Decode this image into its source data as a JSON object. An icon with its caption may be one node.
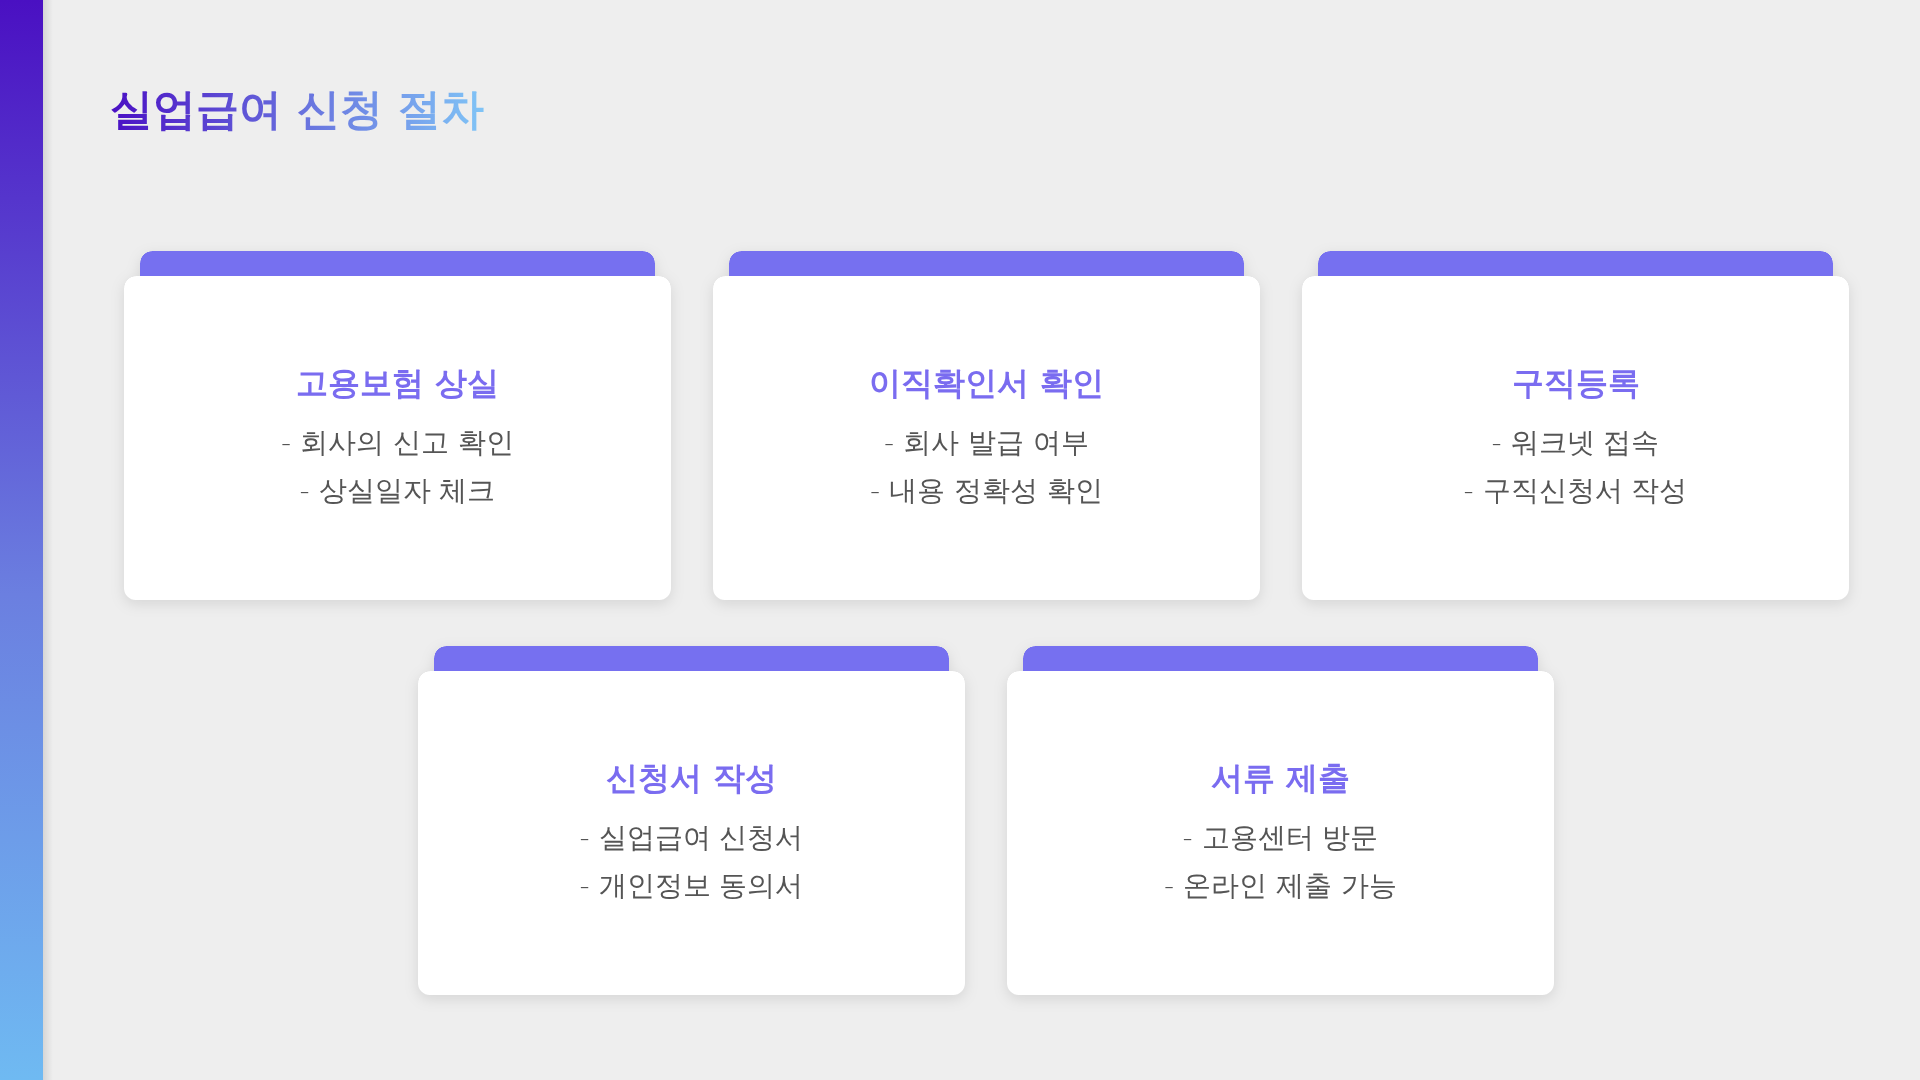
{
  "diagram": {
    "title": "실업급여 신청 절차",
    "nodes": [
      {
        "text": [
          "고용보험 상실",
          "- 회사의 신고 확인",
          "- 상실일자 체크"
        ]
      },
      {
        "text": [
          "이직확인서 확인",
          "- 회사 발급 여부",
          "- 내용 정확성 확인"
        ]
      },
      {
        "text": [
          "구직등록",
          "- 워크넷 접속",
          "- 구직신청서 작성"
        ]
      },
      {
        "text": [
          "신청서 작성",
          "- 실업급여 신청서",
          "- 개인정보 동의서"
        ]
      },
      {
        "text": [
          "서류 제출",
          "- 고용센터 방문",
          "- 온라인 제출 가능"
        ]
      }
    ]
  }
}
